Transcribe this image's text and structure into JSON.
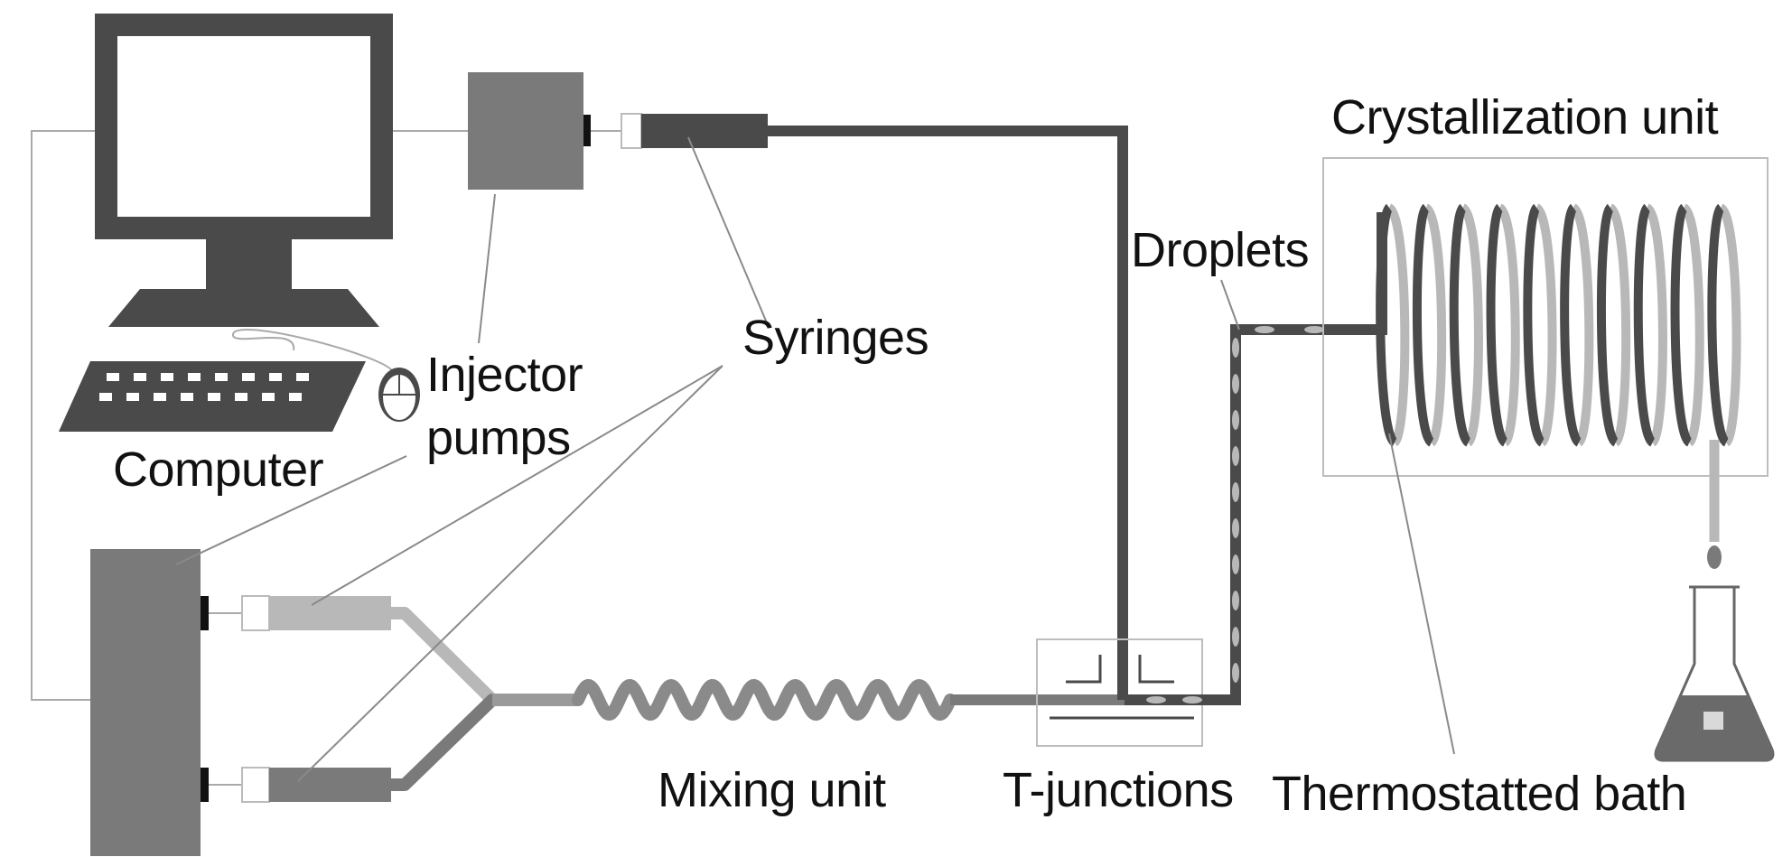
{
  "labels": {
    "computer": "Computer",
    "injector_pumps_line1": "Injector",
    "injector_pumps_line2": "pumps",
    "syringes": "Syringes",
    "droplets": "Droplets",
    "crystallization_unit": "Crystallization unit",
    "mixing_unit": "Mixing unit",
    "t_junctions": "T-junctions",
    "thermostatted_bath": "Thermostatted bath"
  },
  "colors": {
    "dark": "#4a4a4a",
    "medium": "#7a7a7a",
    "light": "#b8b8b8",
    "outline": "#bdbdbd",
    "text": "#111111"
  }
}
